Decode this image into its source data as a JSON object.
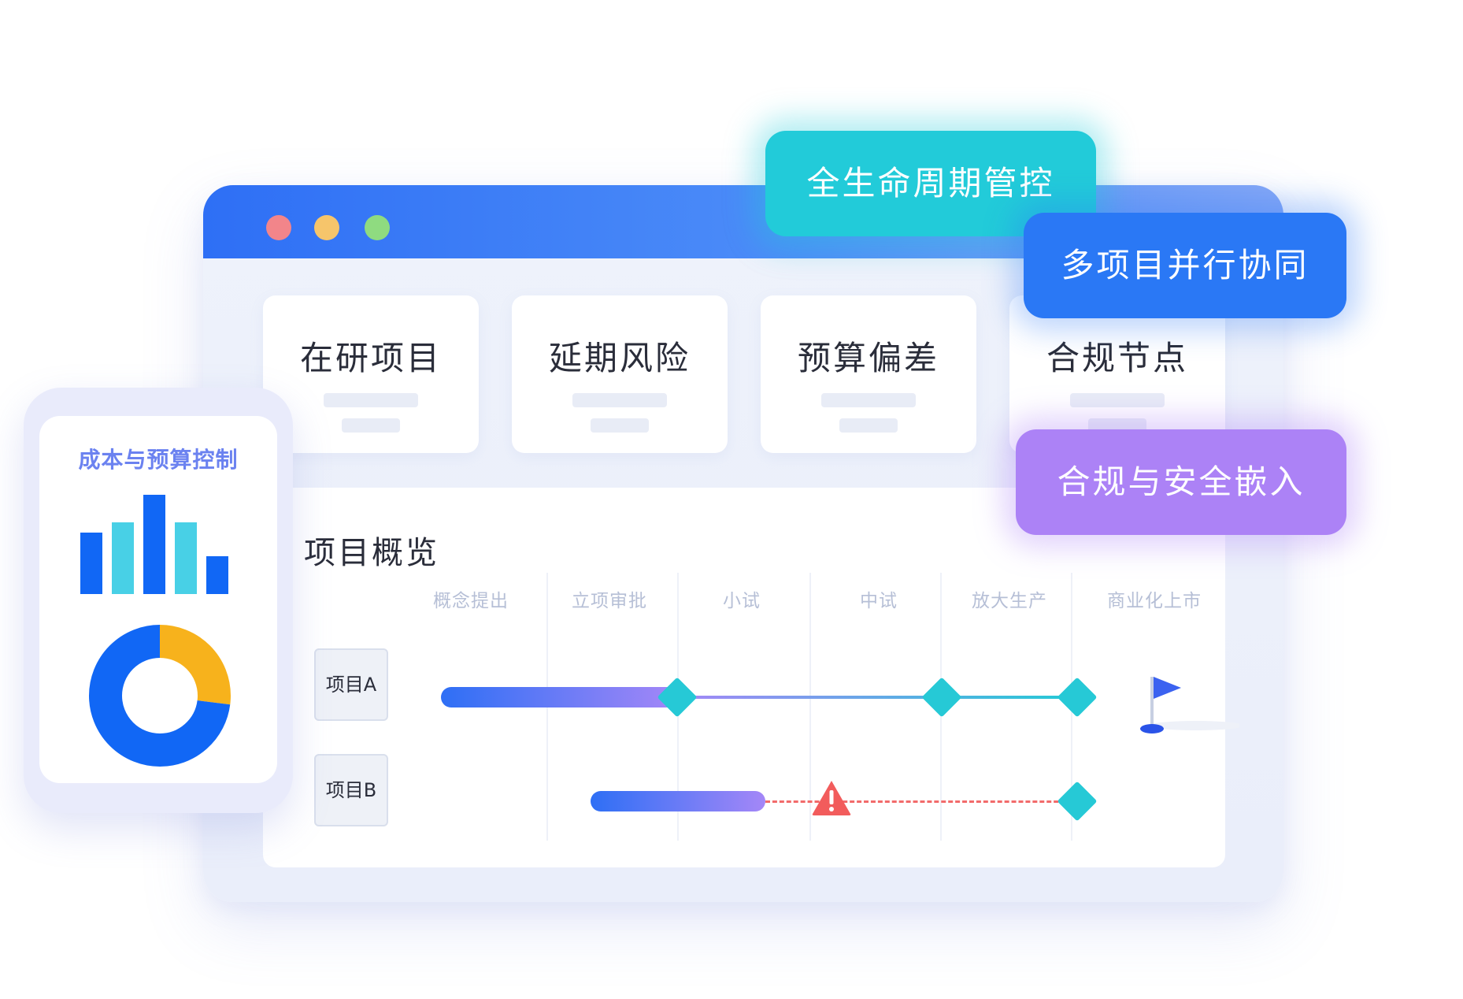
{
  "window": {
    "dots": [
      "red",
      "yellow",
      "green"
    ]
  },
  "stats": [
    {
      "title": "在研项目"
    },
    {
      "title": "延期风险"
    },
    {
      "title": "预算偏差"
    },
    {
      "title": "合规节点"
    }
  ],
  "overview": {
    "title": "项目概览",
    "stages": [
      "概念提出",
      "立项审批",
      "小试",
      "中试",
      "放大生产",
      "商业化上市"
    ],
    "projects": [
      {
        "name": "项目A",
        "status": "on-track"
      },
      {
        "name": "项目B",
        "status": "delayed-warning"
      }
    ]
  },
  "tags": {
    "lifecycle": "全生命周期管控",
    "multi_project": "多项目并行协同",
    "compliance": "合规与安全嵌入"
  },
  "phone_card": {
    "title": "成本与预算控制",
    "bar_values": [
      0.62,
      0.72,
      1.0,
      0.72,
      0.38
    ],
    "bar_colors": [
      "#1167f5",
      "#48d0e6",
      "#1167f5",
      "#48d0e6",
      "#1167f5"
    ],
    "donut": {
      "primary_fraction": 0.73,
      "secondary_fraction": 0.27,
      "primary_color": "#1167f5",
      "secondary_color": "#f7b21c"
    }
  },
  "colors": {
    "accent_blue": "#2e6ff5",
    "milestone": "#26c9d6",
    "warning": "#f25c5c",
    "purple": "#ac82f6"
  },
  "icons": [
    "flag-icon",
    "warning-icon",
    "milestone-diamond-icon"
  ]
}
